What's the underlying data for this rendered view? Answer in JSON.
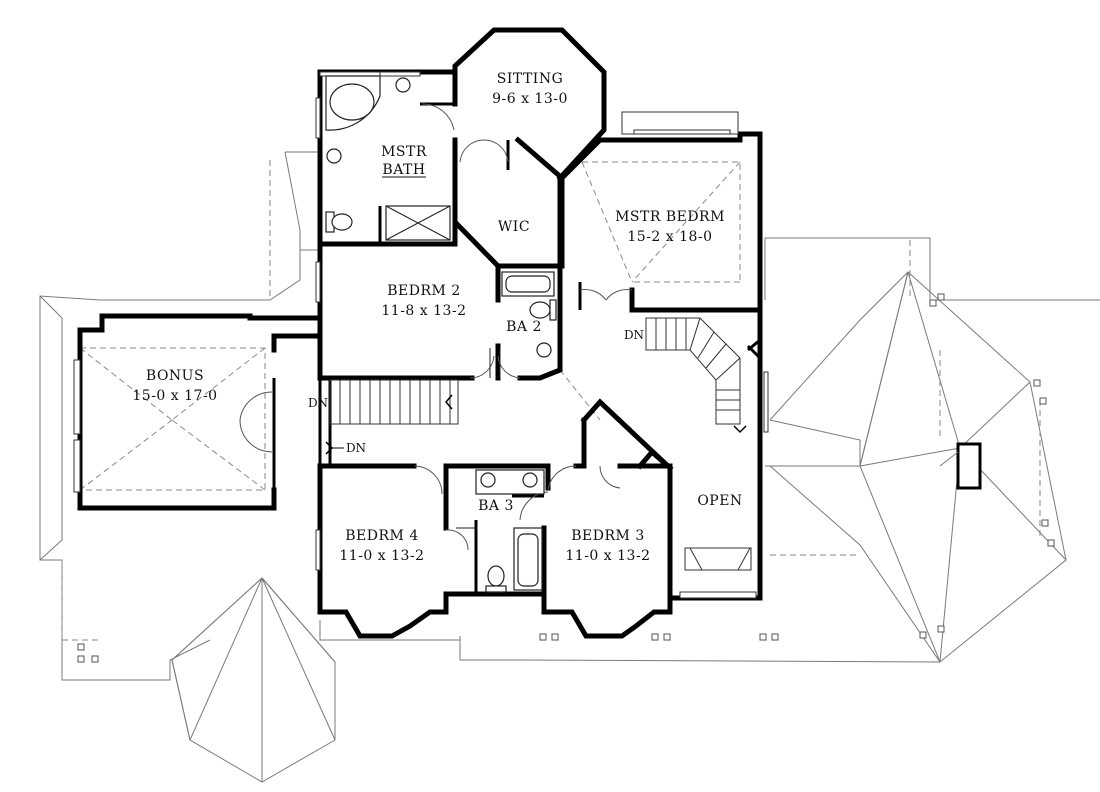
{
  "rooms": {
    "sitting": {
      "name": "SITTING",
      "size": "9-6 x 13-0"
    },
    "mstr_bath": {
      "name_line1": "MSTR",
      "name_line2": "BATH"
    },
    "wic": {
      "name": "WIC"
    },
    "mstr_bedrm": {
      "name": "MSTR BEDRM",
      "size": "15-2 x 18-0"
    },
    "bedrm2": {
      "name": "BEDRM 2",
      "size": "11-8 x 13-2"
    },
    "ba2": {
      "name": "BA 2"
    },
    "bonus": {
      "name": "BONUS",
      "size": "15-0 x 17-0"
    },
    "bedrm4": {
      "name": "BEDRM 4",
      "size": "11-0 x 13-2"
    },
    "ba3": {
      "name": "BA 3"
    },
    "bedrm3": {
      "name": "BEDRM 3",
      "size": "11-0 x 13-2"
    },
    "open": {
      "name": "OPEN"
    }
  },
  "stairs": {
    "dn_main": "DN",
    "dn_landing": "DN",
    "dn_right": "DN"
  }
}
